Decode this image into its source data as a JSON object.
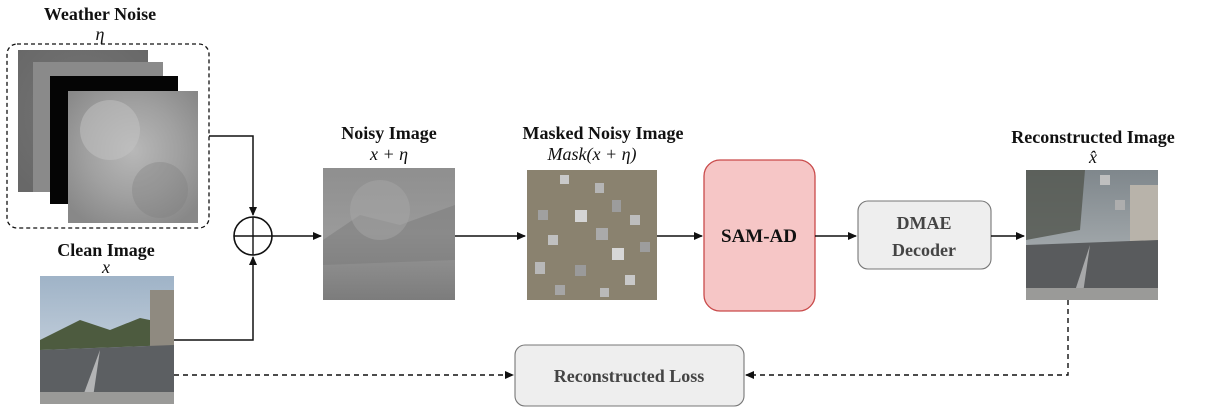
{
  "labels": {
    "weather_noise": "Weather Noise",
    "weather_noise_sym": "η",
    "clean_image": "Clean Image",
    "clean_image_sym": "x",
    "noisy_image": "Noisy Image",
    "noisy_image_sym": "x + η",
    "masked_image": "Masked Noisy Image",
    "masked_image_sym": "Mask(x + η)",
    "recon_image": "Reconstructed Image",
    "recon_image_sym": "x̂"
  },
  "blocks": {
    "sam_ad": "SAM-AD",
    "decoder_line1": "DMAE",
    "decoder_line2": "Decoder",
    "loss": "Reconstructed Loss"
  },
  "colors": {
    "sam_fill": "#f6c6c6",
    "sam_stroke": "#c94a4a",
    "gray_box": "#eeeeee",
    "gray_stroke": "#777777",
    "line": "#111111",
    "clean_title_accent": "#555555"
  }
}
